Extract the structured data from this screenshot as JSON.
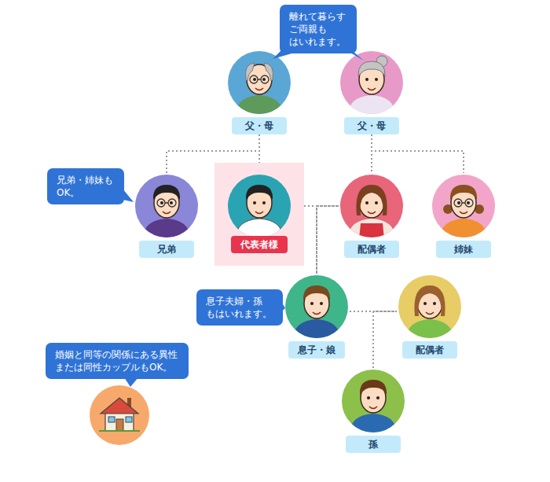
{
  "diagram": {
    "nodes": [
      {
        "text": [
          "離れて暮らす ご両親も はいれます。"
        ]
      },
      {
        "text": [
          "父・母"
        ]
      },
      {
        "text": [
          "父・母"
        ]
      },
      {
        "text": [
          "兄弟・姉妹も OK。"
        ]
      },
      {
        "text": [
          "兄弟"
        ]
      },
      {
        "text": [
          "代表者様"
        ]
      },
      {
        "text": [
          "配偶者"
        ]
      },
      {
        "text": [
          "姉妹"
        ]
      },
      {
        "text": [
          "息子夫婦・孫 もはいれます。"
        ]
      },
      {
        "text": [
          "息子・娘"
        ]
      },
      {
        "text": [
          "配偶者"
        ]
      },
      {
        "text": [
          "婚姻と同等の関係にある異性 または同性カップルもOK。"
        ]
      },
      {
        "text": [
          "孫"
        ]
      }
    ],
    "edges": [
      {
        "from": 1,
        "to": 4,
        "arrow": "none"
      },
      {
        "from": 1,
        "to": 5,
        "arrow": "none"
      },
      {
        "from": 2,
        "to": 6,
        "arrow": "none"
      },
      {
        "from": 2,
        "to": 7,
        "arrow": "none"
      },
      {
        "from": 5,
        "to": 6,
        "arrow": "none"
      },
      {
        "from": 5,
        "to": 9,
        "arrow": "none"
      },
      {
        "from": 6,
        "to": 9,
        "arrow": "none"
      },
      {
        "from": 9,
        "to": 10,
        "arrow": "none"
      },
      {
        "from": 9,
        "to": 12,
        "arrow": "none"
      },
      {
        "from": 10,
        "to": 12,
        "arrow": "none"
      }
    ]
  }
}
